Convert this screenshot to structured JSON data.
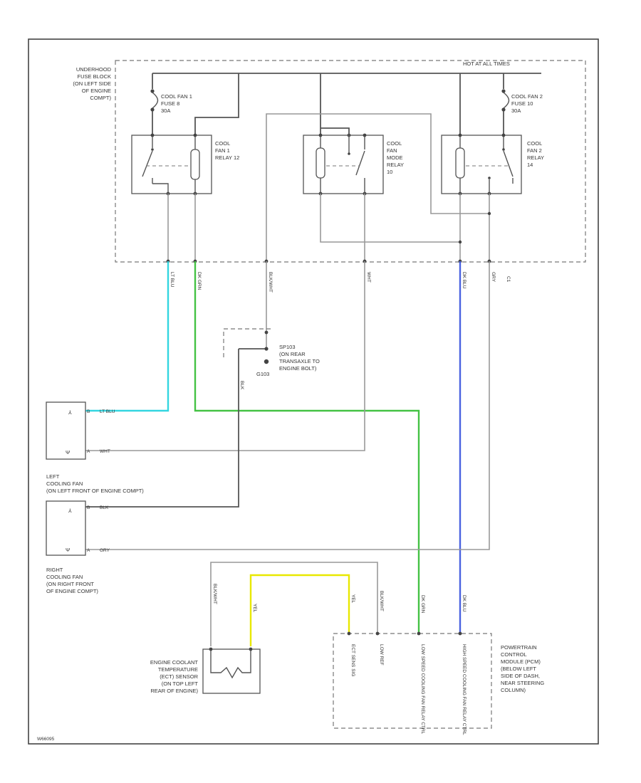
{
  "diagram_id": "W66095",
  "labels": {
    "fuse_block": [
      "UNDERHOOD",
      "FUSE BLOCK",
      "(ON LEFT SIDE",
      "OF ENGINE",
      "COMPT)"
    ],
    "hot_at_all_times": "HOT AT ALL TIMES",
    "fuse_fan1": [
      "COOL FAN 1",
      "FUSE 8",
      "30A"
    ],
    "fuse_fan2": [
      "COOL FAN 2",
      "FUSE 10",
      "30A"
    ],
    "relay_fan1": [
      "COOL",
      "FAN 1",
      "RELAY 12"
    ],
    "relay_mode": [
      "COOL",
      "FAN",
      "MODE",
      "RELAY",
      "10"
    ],
    "relay_fan2": [
      "COOL",
      "FAN 2",
      "RELAY",
      "14"
    ],
    "splice": [
      "SP103",
      "(ON REAR",
      "TRANSAXLE TO",
      "ENGINE BOLT)"
    ],
    "ground": "G103",
    "connector_c1": "C1",
    "left_fan": [
      "LEFT",
      "COOLING FAN",
      "(ON LEFT FRONT OF ENGINE COMPT)"
    ],
    "right_fan": [
      "RIGHT",
      "COOLING FAN",
      "(ON RIGHT FRONT",
      "OF ENGINE COMPT)"
    ],
    "ect_sensor": [
      "ENGINE COOLANT",
      "TEMPERATURE",
      "(ECT) SENSOR",
      "(ON TOP LEFT",
      "REAR OF ENGINE)"
    ],
    "pcm": [
      "POWERTRAIN",
      "CONTROL",
      "MODULE (PCM)",
      "(BELOW LEFT",
      "SIDE OF DASH,",
      "NEAR STEERING",
      "COLUMN)"
    ],
    "pcm_pins": [
      "ECT SENS SIG",
      "LOW REF",
      "LOW SPEED COOLING FAN RELAY CTRL",
      "HIGH SPEED COOLING FAN RELAY CTRL"
    ],
    "wire_colors": {
      "lt_blu": "LT BLU",
      "dk_grn": "DK GRN",
      "blk_wht": "BLK/WHT",
      "wht": "WHT",
      "dk_blu": "DK BLU",
      "gry": "GRY",
      "blk": "BLK",
      "yel": "YEL"
    },
    "fan_pins": [
      "B",
      "A",
      "B",
      "A"
    ]
  },
  "colors": {
    "wire_lt_blu": "#33d6e0",
    "wire_dk_grn": "#44c244",
    "wire_dk_blu": "#4a62e0",
    "wire_yel": "#e8e800",
    "wire_default": "#999999",
    "wire_dark": "#555555"
  }
}
